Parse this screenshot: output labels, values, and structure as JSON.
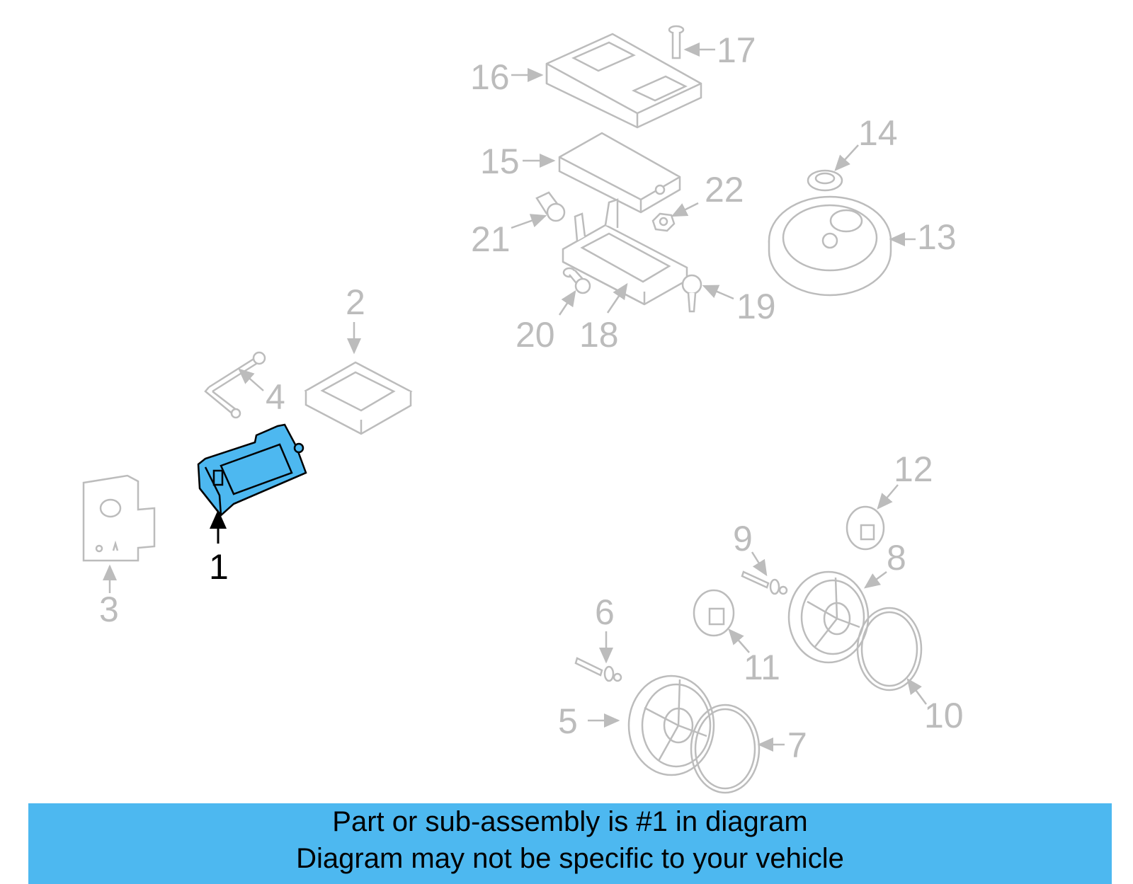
{
  "diagram": {
    "colors": {
      "highlight": "#4db8f0",
      "faded": "#bcbcbc",
      "outline": "#000000",
      "banner": "#4db8f0"
    },
    "labels": [
      {
        "id": "1",
        "text": "1"
      },
      {
        "id": "2",
        "text": "2"
      },
      {
        "id": "3",
        "text": "3"
      },
      {
        "id": "4",
        "text": "4"
      },
      {
        "id": "5",
        "text": "5"
      },
      {
        "id": "6",
        "text": "6"
      },
      {
        "id": "7",
        "text": "7"
      },
      {
        "id": "8",
        "text": "8"
      },
      {
        "id": "9",
        "text": "9"
      },
      {
        "id": "10",
        "text": "10"
      },
      {
        "id": "11",
        "text": "11"
      },
      {
        "id": "12",
        "text": "12"
      },
      {
        "id": "13",
        "text": "13"
      },
      {
        "id": "14",
        "text": "14"
      },
      {
        "id": "15",
        "text": "15"
      },
      {
        "id": "16",
        "text": "16"
      },
      {
        "id": "17",
        "text": "17"
      },
      {
        "id": "18",
        "text": "18"
      },
      {
        "id": "19",
        "text": "19"
      },
      {
        "id": "20",
        "text": "20"
      },
      {
        "id": "21",
        "text": "21"
      },
      {
        "id": "22",
        "text": "22"
      }
    ]
  },
  "banner": {
    "line1": "Part or sub-assembly is #1 in diagram",
    "line2": "Diagram may not be specific to your vehicle"
  }
}
